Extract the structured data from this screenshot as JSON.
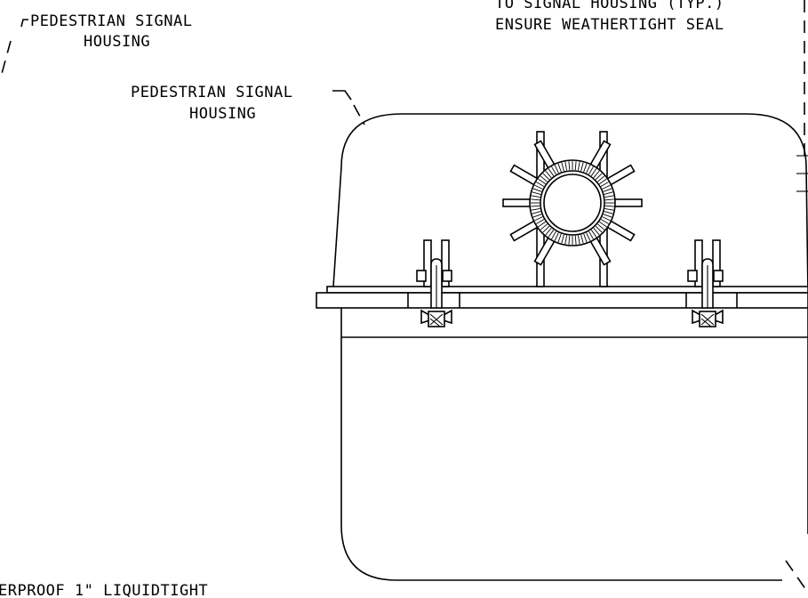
{
  "labels": {
    "top_left_line1": "PEDESTRIAN SIGNAL",
    "top_left_line2": "HOUSING",
    "center_line1": "PEDESTRIAN SIGNAL",
    "center_line2": "HOUSING",
    "top_right_line1": "TO SIGNAL HOUSING (TYP.)",
    "top_right_line2": "ENSURE WEATHERTIGHT SEAL",
    "bottom_left": "ERPROOF 1\" LIQUIDTIGHT"
  }
}
